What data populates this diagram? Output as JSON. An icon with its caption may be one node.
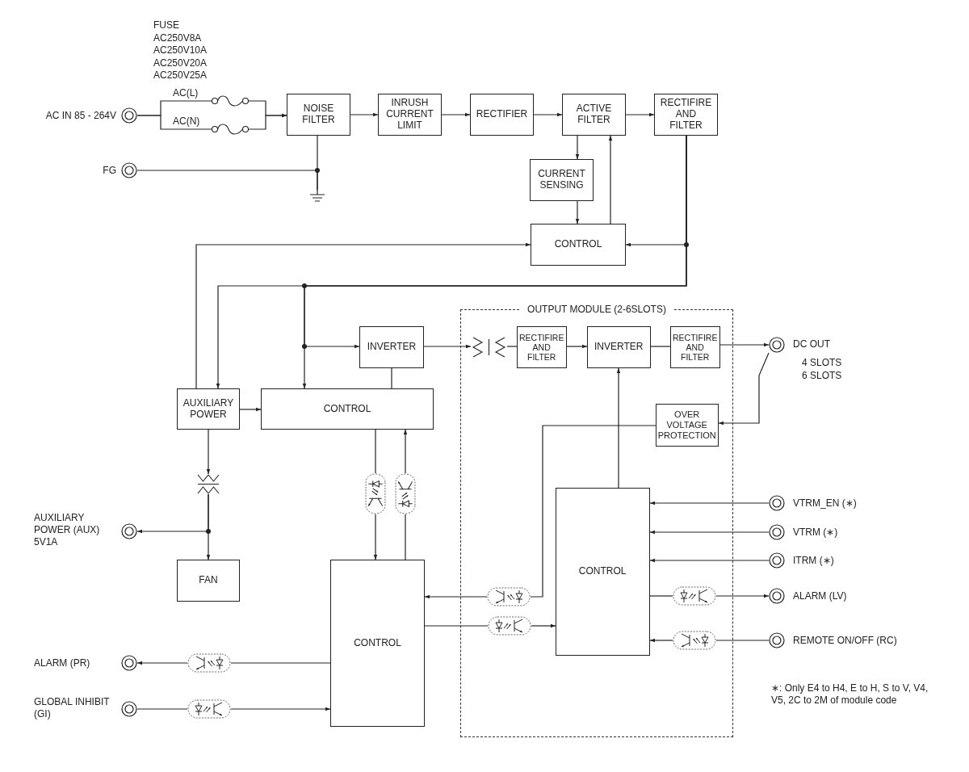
{
  "diagram": {
    "nodes": [
      {
        "text": [],
        "shape": "circle",
        "beside": [
          "AC IN 85 - 264V"
        ]
      },
      {
        "text": [],
        "shape": "fuse",
        "beside": [
          "AC(L)"
        ]
      },
      {
        "text": [],
        "shape": "fuse",
        "beside": [
          "AC(N)"
        ]
      },
      {
        "text": [
          "NOISE FILTER"
        ]
      },
      {
        "text": [
          "INRUSH CURRENT LIMIT"
        ]
      },
      {
        "text": [
          "RECTIFIER"
        ]
      },
      {
        "text": [
          "ACTIVE FILTER"
        ]
      },
      {
        "text": [
          "RECTIFIRE AND FILTER"
        ]
      },
      {
        "text": [],
        "shape": "circle",
        "beside": [
          "FG"
        ]
      },
      {
        "text": [],
        "shape": "ground"
      },
      {
        "text": [
          "CURRENT SENSING"
        ]
      },
      {
        "text": [
          "CONTROL"
        ]
      },
      {
        "text": [
          "AUXILIARY POWER"
        ]
      },
      {
        "text": [
          "CONTROL"
        ]
      },
      {
        "text": [
          "INVERTER"
        ]
      },
      {
        "text": [
          "OUTPUT MODULE (2-6SLOTS)"
        ]
      },
      {
        "text": [],
        "shape": "transformer",
        "in": 15
      },
      {
        "text": [
          "RECTIFIRE AND FILTER"
        ],
        "in": 15
      },
      {
        "text": [
          "INVERTER"
        ],
        "in": 15
      },
      {
        "text": [
          "RECTIFIRE AND FILTER"
        ],
        "in": 15
      },
      {
        "text": [],
        "shape": "circle",
        "beside": [
          "DC OUT"
        ]
      },
      {
        "text": [
          "OVER VOLTAGE PROTECTION"
        ],
        "in": 15
      },
      {
        "text": [],
        "shape": "transformer"
      },
      {
        "text": [],
        "shape": "circle",
        "beside": [
          "AUXILIARY POWER (AUX) 5V1A"
        ]
      },
      {
        "text": [
          "FAN"
        ]
      },
      {
        "text": [],
        "shape": "oval"
      },
      {
        "text": [],
        "shape": "oval"
      },
      {
        "text": [
          "CONTROL"
        ]
      },
      {
        "text": [
          "CONTROL"
        ],
        "in": 15
      },
      {
        "text": [],
        "shape": "oval",
        "in": 15
      },
      {
        "text": [],
        "shape": "oval",
        "in": 15
      },
      {
        "text": [],
        "shape": "oval",
        "in": 15
      },
      {
        "text": [],
        "shape": "oval",
        "in": 15
      },
      {
        "text": [],
        "shape": "circle",
        "beside": [
          "VTRM_EN (∗)"
        ]
      },
      {
        "text": [],
        "shape": "circle",
        "beside": [
          "VTRM (∗)"
        ]
      },
      {
        "text": [],
        "shape": "circle",
        "beside": [
          "ITRM (∗)"
        ]
      },
      {
        "text": [],
        "shape": "circle",
        "beside": [
          "ALARM (LV)"
        ]
      },
      {
        "text": [],
        "shape": "circle",
        "beside": [
          "REMOTE ON/OFF (RC)"
        ]
      },
      {
        "text": [],
        "shape": "circle",
        "beside": [
          "ALARM (PR)"
        ]
      },
      {
        "text": [],
        "shape": "oval"
      },
      {
        "text": [],
        "shape": "circle",
        "beside": [
          "GLOBAL INHIBIT (GI)"
        ]
      },
      {
        "text": [],
        "shape": "oval"
      }
    ],
    "edges": [
      {
        "from": 0,
        "to": 1,
        "arrow": "none"
      },
      {
        "from": 0,
        "to": 2,
        "arrow": "none"
      },
      {
        "from": 1,
        "to": 3,
        "arrow": "to"
      },
      {
        "from": 2,
        "to": 3,
        "arrow": "to"
      },
      {
        "from": 3,
        "to": 4,
        "arrow": "to"
      },
      {
        "from": 4,
        "to": 5,
        "arrow": "to"
      },
      {
        "from": 5,
        "to": 6,
        "arrow": "to"
      },
      {
        "from": 6,
        "to": 7,
        "arrow": "to"
      },
      {
        "from": 8,
        "to": 9,
        "arrow": "none"
      },
      {
        "from": 3,
        "to": 9,
        "arrow": "none"
      },
      {
        "from": 6,
        "to": 10,
        "arrow": "to"
      },
      {
        "from": 10,
        "to": 11,
        "arrow": "to"
      },
      {
        "from": 11,
        "to": 6,
        "arrow": "to"
      },
      {
        "from": 7,
        "to": 11,
        "arrow": "to"
      },
      {
        "from": 7,
        "to": 14,
        "arrow": "to"
      },
      {
        "from": 7,
        "to": 13,
        "arrow": "to"
      },
      {
        "from": 7,
        "to": 12,
        "arrow": "to"
      },
      {
        "from": 12,
        "to": 11,
        "arrow": "to"
      },
      {
        "from": 12,
        "to": 13,
        "arrow": "to"
      },
      {
        "from": 14,
        "to": 13,
        "arrow": "none"
      },
      {
        "from": 14,
        "to": 16,
        "arrow": "to"
      },
      {
        "from": 16,
        "to": 17,
        "arrow": "none"
      },
      {
        "from": 17,
        "to": 18,
        "arrow": "to"
      },
      {
        "from": 18,
        "to": 19,
        "arrow": "none"
      },
      {
        "from": 19,
        "to": 20,
        "arrow": "to"
      },
      {
        "from": 20,
        "to": 21,
        "arrow": "to"
      },
      {
        "from": 21,
        "to": 29,
        "arrow": "none"
      },
      {
        "from": 29,
        "to": 27,
        "arrow": "to"
      },
      {
        "from": 27,
        "to": 30,
        "arrow": "none"
      },
      {
        "from": 30,
        "to": 28,
        "arrow": "to"
      },
      {
        "from": 28,
        "to": 18,
        "arrow": "to"
      },
      {
        "from": 33,
        "to": 28,
        "arrow": "to"
      },
      {
        "from": 34,
        "to": 28,
        "arrow": "to"
      },
      {
        "from": 35,
        "to": 28,
        "arrow": "to"
      },
      {
        "from": 28,
        "to": 31,
        "arrow": "none"
      },
      {
        "from": 31,
        "to": 36,
        "arrow": "to"
      },
      {
        "from": 37,
        "to": 32,
        "arrow": "none"
      },
      {
        "from": 32,
        "to": 28,
        "arrow": "to"
      },
      {
        "from": 12,
        "to": 22,
        "arrow": "to"
      },
      {
        "from": 22,
        "to": 23,
        "arrow": "to"
      },
      {
        "from": 22,
        "to": 24,
        "arrow": "to"
      },
      {
        "from": 13,
        "to": 25,
        "arrow": "none"
      },
      {
        "from": 25,
        "to": 27,
        "arrow": "to"
      },
      {
        "from": 27,
        "to": 26,
        "arrow": "none"
      },
      {
        "from": 26,
        "to": 13,
        "arrow": "to"
      },
      {
        "from": 27,
        "to": 39,
        "arrow": "none"
      },
      {
        "from": 39,
        "to": 38,
        "arrow": "to"
      },
      {
        "from": 40,
        "to": 41,
        "arrow": "none"
      },
      {
        "from": 41,
        "to": 27,
        "arrow": "to"
      }
    ],
    "labels": [
      "FUSE",
      "AC250V8A",
      "AC250V10A",
      "AC250V20A",
      "AC250V25A",
      "4 SLOTS",
      "6 SLOTS",
      "∗: Only E4 to H4, E to H, S to V, V4, V5, 2C to 2M of module code"
    ]
  }
}
